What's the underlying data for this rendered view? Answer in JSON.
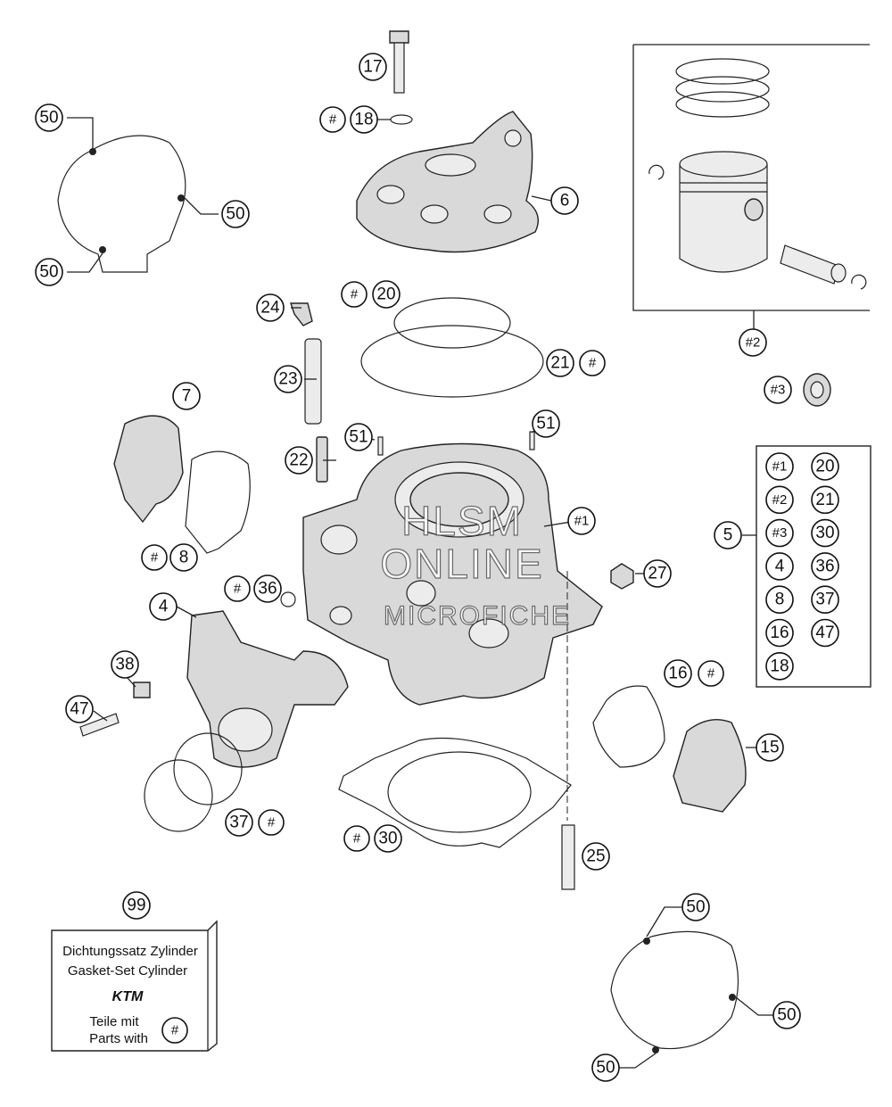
{
  "callouts": {
    "c17": "17",
    "c18": "18",
    "c6": "6",
    "c20": "20",
    "c21": "21",
    "c24": "24",
    "c23": "23",
    "c22": "22",
    "c51": "51",
    "c7": "7",
    "c8": "8",
    "c36": "36",
    "c4": "4",
    "c38": "38",
    "c47": "47",
    "c37": "37",
    "c30": "30",
    "c25": "25",
    "c27": "27",
    "c16": "16",
    "c15": "15",
    "c5": "5",
    "c50": "50",
    "c99": "99",
    "h1": "#1",
    "h2": "#2",
    "h3": "#3",
    "hash": "#"
  },
  "kit_table": {
    "left": [
      "#1",
      "#2",
      "#3",
      "4",
      "8",
      "16",
      "18"
    ],
    "right": [
      "20",
      "21",
      "30",
      "36",
      "37",
      "47"
    ]
  },
  "watermark": {
    "line1": "HLSM",
    "line2": "ONLINE",
    "line3": "MICROFICHE"
  },
  "gasket_card": {
    "line1": "Dichtungssatz Zylinder",
    "line2": "Gasket-Set Cylinder",
    "brand": "KTM",
    "line3": "Teile mit",
    "line4": "Parts with",
    "symbol": "#"
  }
}
